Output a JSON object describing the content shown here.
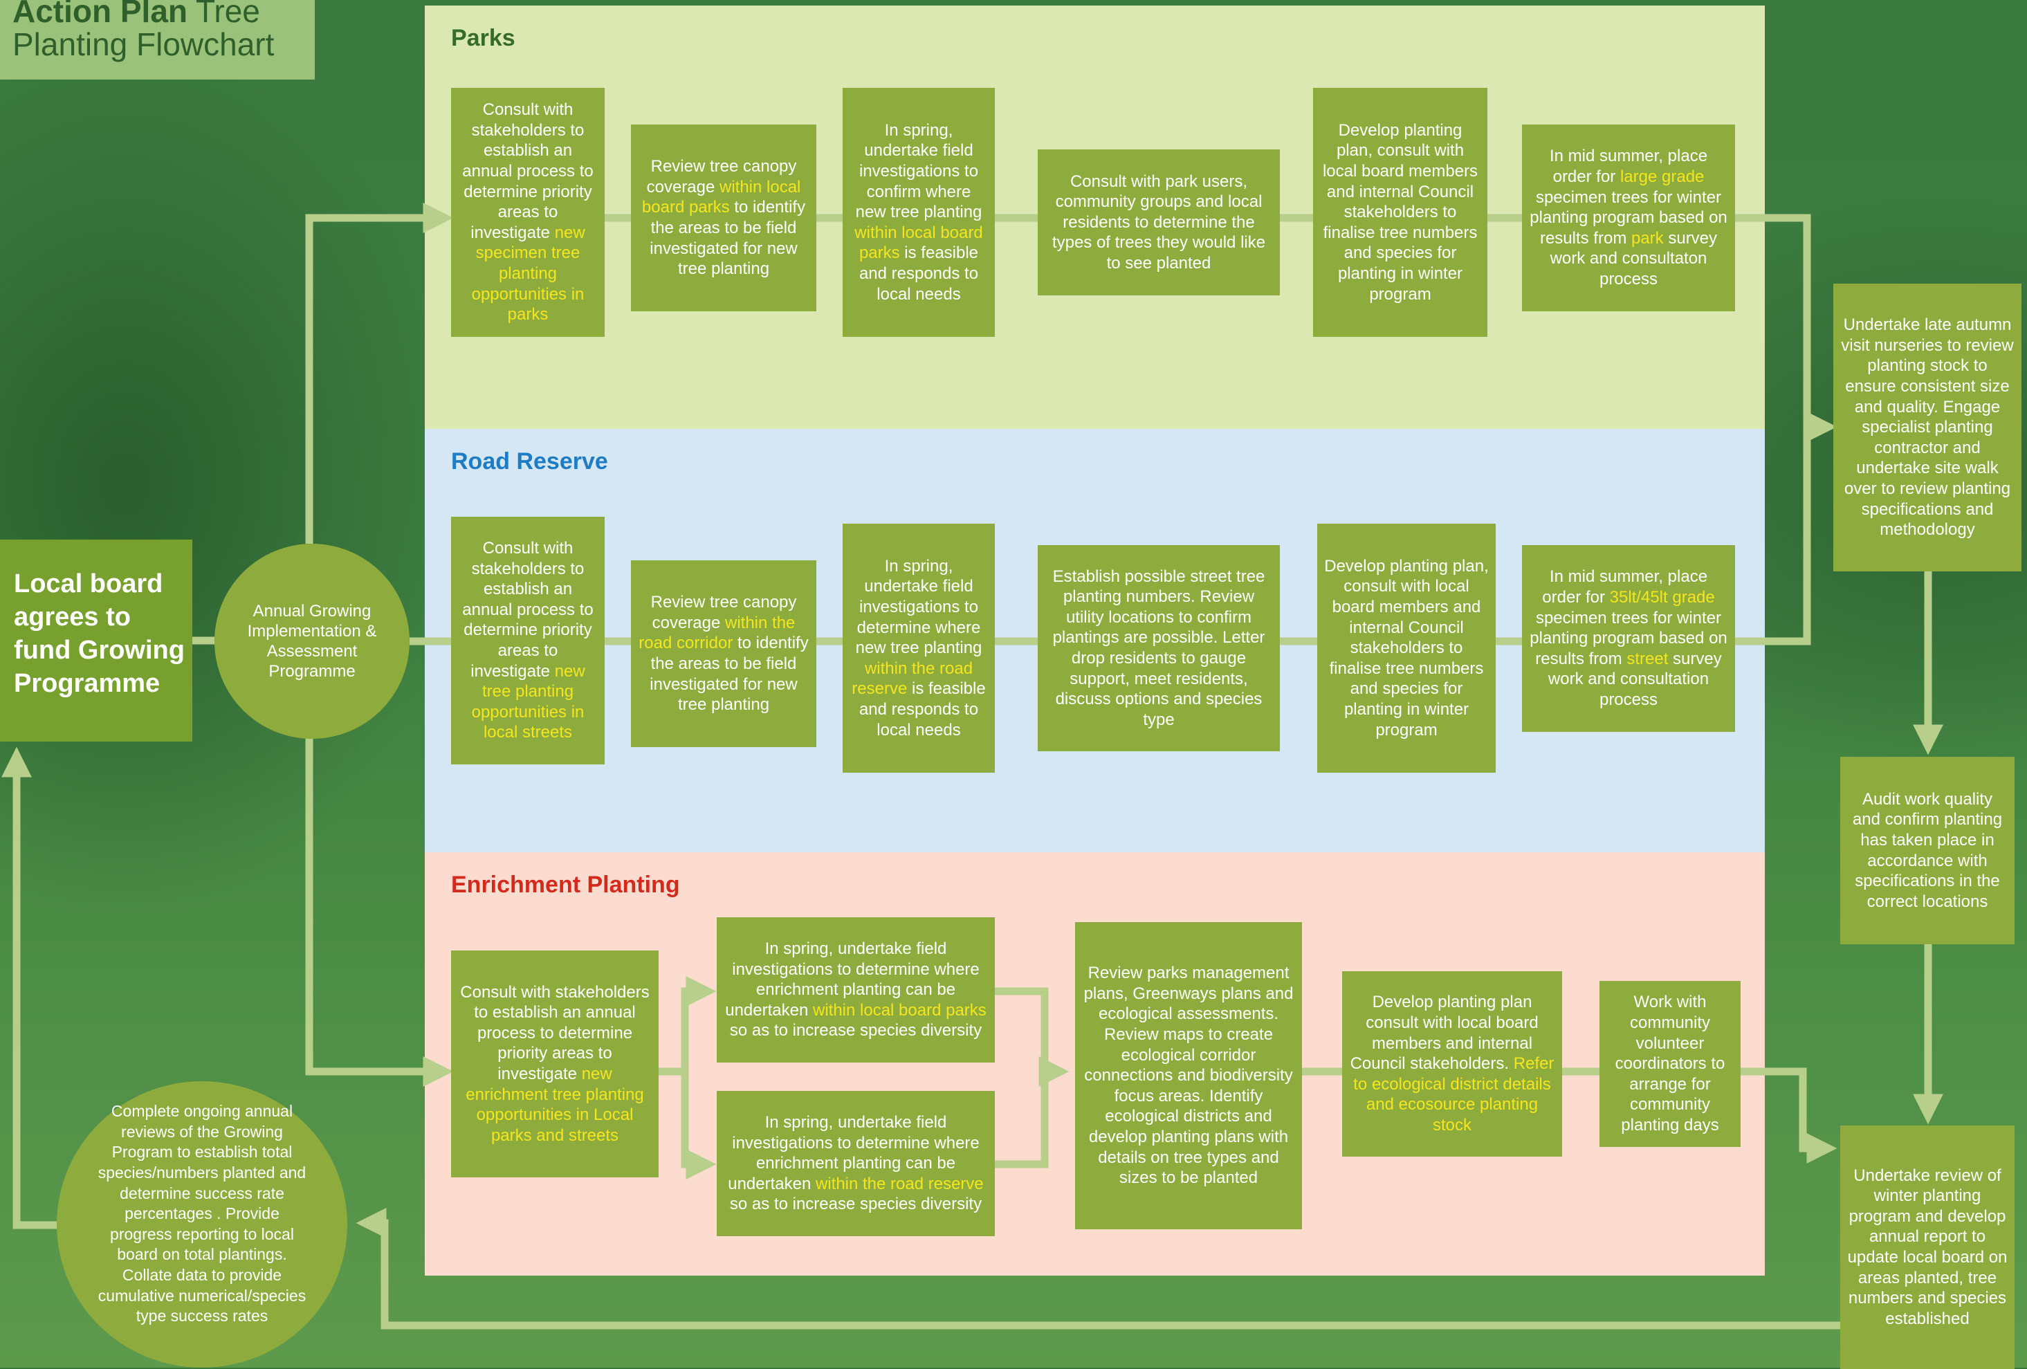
{
  "title": {
    "bold": "Action Plan",
    "line1_rest": " Tree",
    "line2": "Planting Flowchart"
  },
  "start": {
    "label": "Local board agrees to fund Growing Programme"
  },
  "annual_programme": {
    "label": "Annual Growing Implementation & Assessment Programme"
  },
  "review_circle": {
    "label": "Complete ongoing annual reviews of the Growing Program to establish total species/numbers planted and determine success rate percentages . Provide progress reporting to local board on total plantings. Collate data to provide cumulative numerical/species type success rates"
  },
  "panels": {
    "parks": {
      "title": "Parks",
      "steps": [
        [
          {
            "t": "Consult with stakeholders to establish an annual process to determine priority areas to investigate "
          },
          {
            "t": "new specimen tree planting opportunities in parks",
            "hl": true
          }
        ],
        [
          {
            "t": "Review tree canopy coverage "
          },
          {
            "t": "within local board parks",
            "hl": true
          },
          {
            "t": " to identify the areas to be field investigated for new tree planting"
          }
        ],
        [
          {
            "t": "In spring, undertake field investigations to confirm where new tree planting "
          },
          {
            "t": "within local board parks",
            "hl": true
          },
          {
            "t": " is feasible and responds to local needs"
          }
        ],
        [
          {
            "t": "Consult with park users, community groups and local residents to determine the types of trees they would like to see planted"
          }
        ],
        [
          {
            "t": "Develop planting plan, consult with local board members and internal Council stakeholders to finalise tree numbers and species for planting in winter program"
          }
        ],
        [
          {
            "t": "In mid summer, place order for "
          },
          {
            "t": "large grade",
            "hl": true
          },
          {
            "t": " specimen trees for winter planting program based on results from "
          },
          {
            "t": "park",
            "hl": true
          },
          {
            "t": " survey work and consultaton process"
          }
        ]
      ]
    },
    "road": {
      "title": "Road Reserve",
      "steps": [
        [
          {
            "t": "Consult with stakeholders to establish an annual process to determine priority areas to investigate "
          },
          {
            "t": "new tree planting opportunities in local streets",
            "hl": true
          }
        ],
        [
          {
            "t": "Review tree canopy coverage "
          },
          {
            "t": "within the road corridor",
            "hl": true
          },
          {
            "t": " to identify the areas to be field investigated for new tree planting"
          }
        ],
        [
          {
            "t": "In spring, undertake field investigations to determine where new tree planting "
          },
          {
            "t": "within the road reserve",
            "hl": true
          },
          {
            "t": " is feasible and responds to local needs"
          }
        ],
        [
          {
            "t": "Establish possible street tree planting numbers. Review utility locations to confirm plantings are possible. Letter drop residents to gauge support, meet residents, discuss options and species type"
          }
        ],
        [
          {
            "t": "Develop planting plan, consult with local board members and internal Council stakeholders to finalise tree numbers and species for planting in winter program"
          }
        ],
        [
          {
            "t": "In mid summer, place order for "
          },
          {
            "t": "35lt/45lt grade",
            "hl": true
          },
          {
            "t": " specimen trees for winter planting program based on results from "
          },
          {
            "t": "street",
            "hl": true
          },
          {
            "t": " survey work and consultation process"
          }
        ]
      ]
    },
    "enrich": {
      "title": "Enrichment Planting",
      "steps": [
        [
          {
            "t": "Consult with stakeholders to establish an annual process to determine priority areas to investigate "
          },
          {
            "t": "new enrichment tree planting opportunities in Local parks and streets",
            "hl": true
          }
        ],
        [
          {
            "t": "In spring, undertake field investigations to determine where enrichment planting can be undertaken "
          },
          {
            "t": "within local board parks",
            "hl": true
          },
          {
            "t": " so as to increase species diversity"
          }
        ],
        [
          {
            "t": "In spring, undertake field investigations to determine where enrichment planting can be undertaken "
          },
          {
            "t": "within the road reserve",
            "hl": true
          },
          {
            "t": " so as to increase species diversity"
          }
        ],
        [
          {
            "t": "Review parks management plans, Greenways plans and ecological assessments. Review maps to create ecological corridor connections and biodiversity focus areas. Identify ecological districts and develop planting plans with details on tree types and sizes to be planted"
          }
        ],
        [
          {
            "t": "Develop planting plan consult with local board members and internal Council stakeholders. "
          },
          {
            "t": "Refer to ecological district details and ecosource planting stock",
            "hl": true
          }
        ],
        [
          {
            "t": "Work with community volunteer coordinators to arrange for community planting days"
          }
        ]
      ]
    }
  },
  "right_column": [
    [
      {
        "t": "Undertake late autumn visit nurseries to review planting stock to ensure consistent size and quality. Engage specialist planting contractor and undertake site walk over to review planting specifications and methodology"
      }
    ],
    [
      {
        "t": "Audit work quality and confirm planting has taken place in accordance with specifications in the correct locations"
      }
    ],
    [
      {
        "t": "Undertake review of winter planting program and develop annual report to update local board on areas planted, tree numbers and species established"
      }
    ]
  ],
  "colors": {
    "box": "#8eab3d",
    "highlight": "#f4e61e",
    "connector": "#b7cf8a",
    "parks_bg": "#dbe8b2",
    "road_bg": "#d5e6f4",
    "enrich_bg": "#fbdccf"
  }
}
